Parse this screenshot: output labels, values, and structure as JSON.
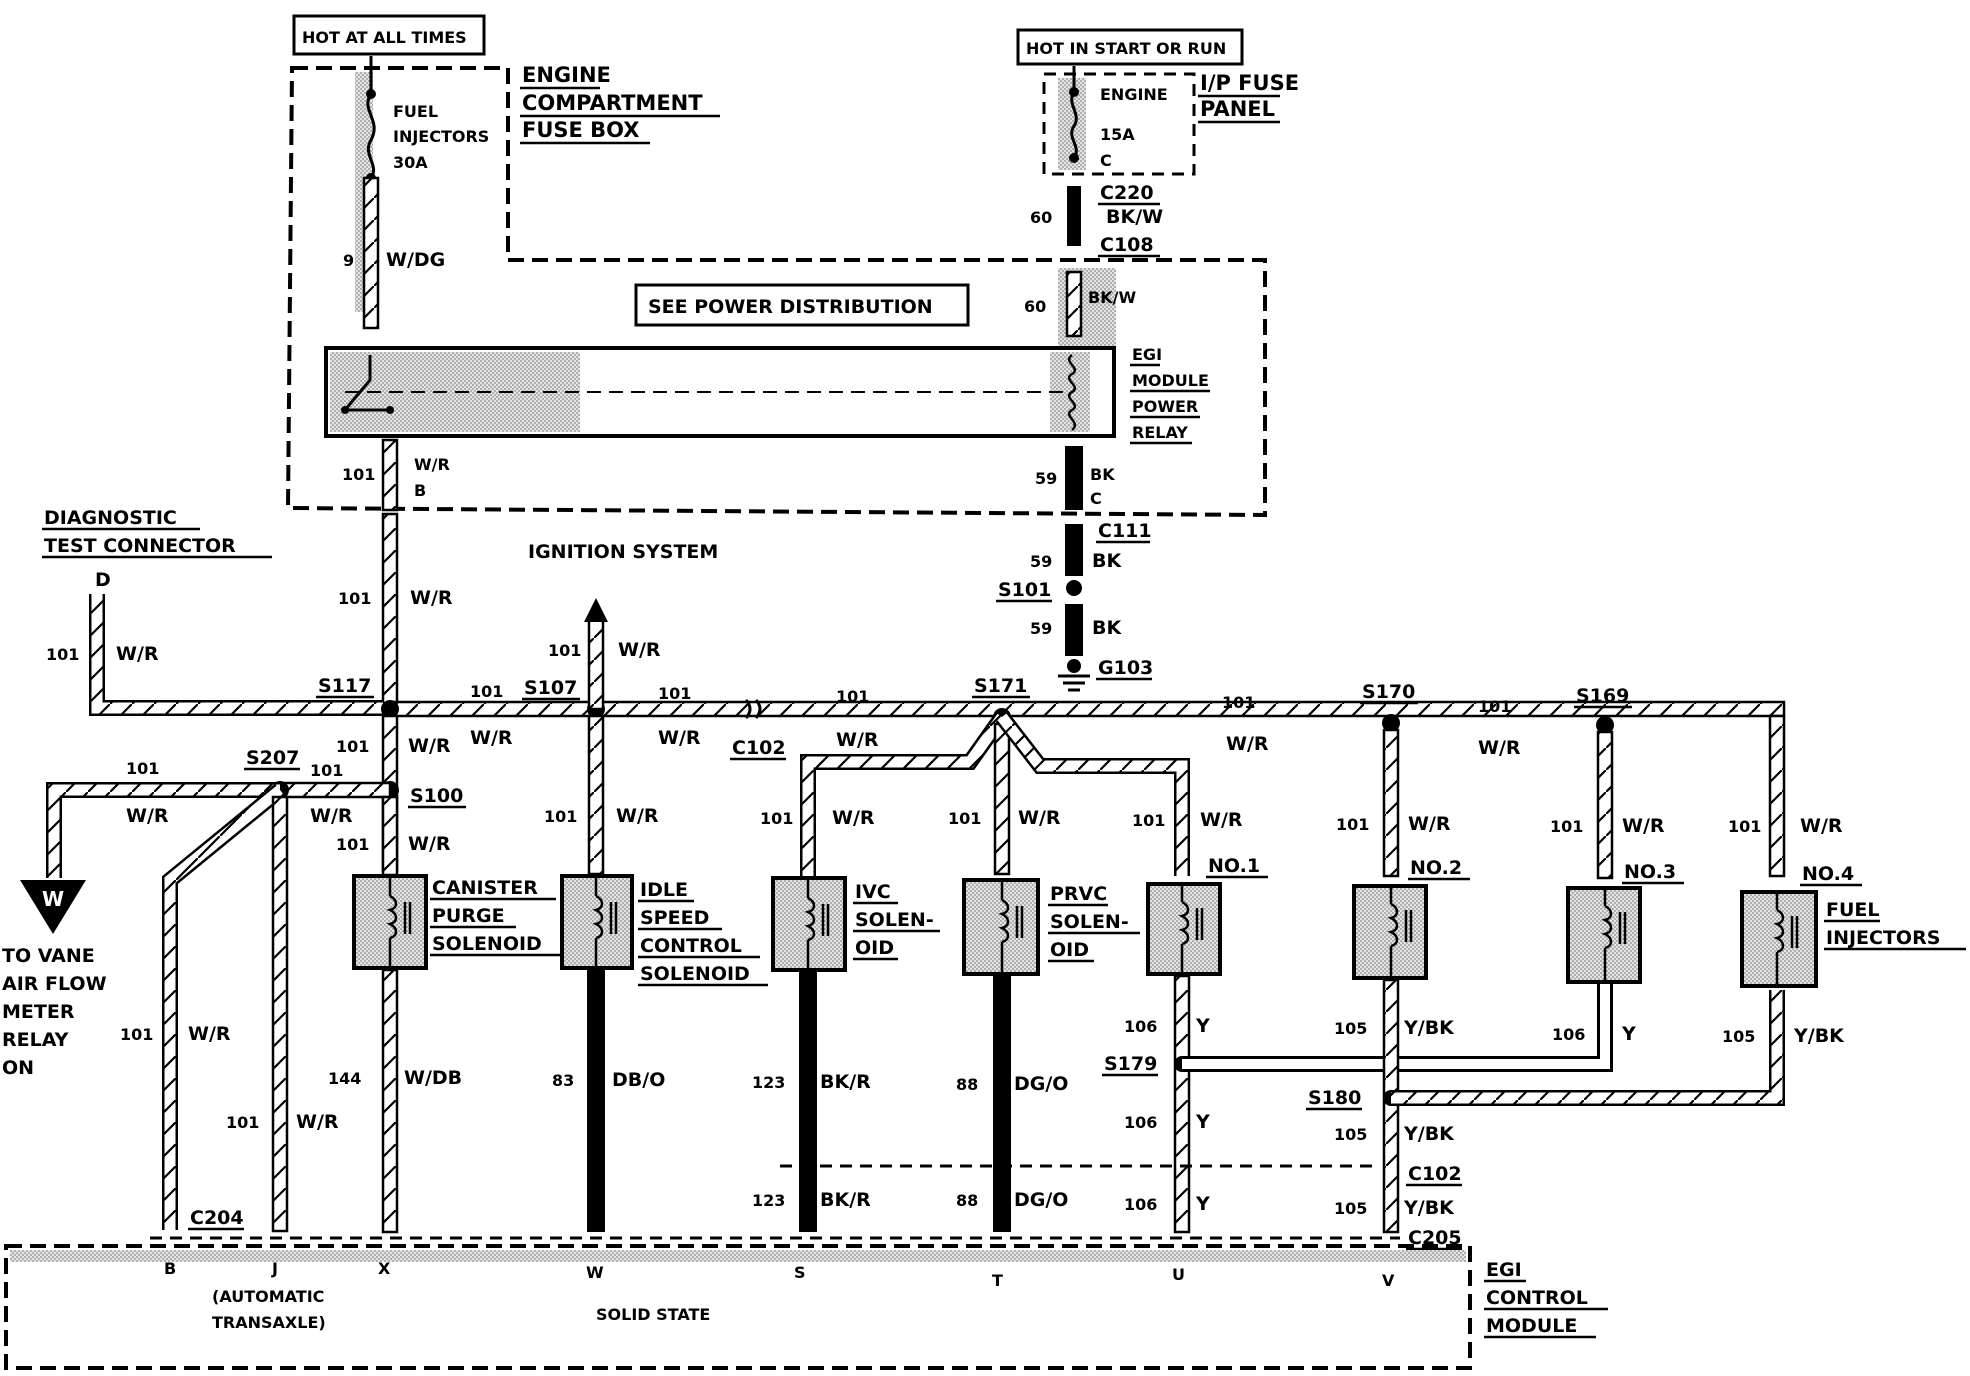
{
  "power": {
    "hot_at_all_times": "HOT AT ALL TIMES",
    "hot_in_start_or_run": "HOT IN START OR RUN",
    "engine_fuse_box": [
      "ENGINE",
      "COMPARTMENT",
      "FUSE BOX"
    ],
    "fuel_injectors_fuse": [
      "FUEL",
      "INJECTORS",
      "30A"
    ],
    "ip_fuse_panel": [
      "I/P FUSE",
      "PANEL"
    ],
    "engine_fuse": [
      "ENGINE",
      "15A",
      "C"
    ],
    "see_power_distribution": "SEE POWER DISTRIBUTION"
  },
  "relay": {
    "label": [
      "EGI",
      "MODULE",
      "POWER",
      "RELAY"
    ]
  },
  "wires": {
    "w9": {
      "num": "9",
      "color": "W/DG"
    },
    "w60_top": {
      "num": "60",
      "color": "BK/W"
    },
    "w60_relay": {
      "num": "60",
      "color": "BK/W"
    },
    "w59_relay": {
      "num": "59",
      "color": "BK",
      "pin": "C"
    },
    "w59_a": {
      "num": "59",
      "color": "BK"
    },
    "w59_b": {
      "num": "59",
      "color": "BK"
    },
    "w101_relay": {
      "num": "101",
      "color": "W/R",
      "pin": "B"
    },
    "w101_main": {
      "num": "101",
      "color": "W/R"
    },
    "w101_diag": {
      "num": "101",
      "color": "W/R"
    },
    "w101_s117_s107": {
      "num": "101",
      "color": "W/R"
    },
    "w101_up": {
      "num": "101",
      "color": "W/R"
    },
    "w101_s107_c102": {
      "num": "101",
      "color": "W/R"
    },
    "w101_c102_s171": {
      "num": "101",
      "color": "W/R"
    },
    "w101_s171_s170": {
      "num": "101",
      "color": "W/R"
    },
    "w101_s170_s169": {
      "num": "101",
      "color": "W/R"
    },
    "w101_s117_s100": {
      "num": "101",
      "color": "W/R"
    },
    "w101_s207_left": {
      "num": "101",
      "color": "W/R"
    },
    "w101_s207_s100": {
      "num": "101",
      "color": "W/R"
    },
    "w101_s100_canister": {
      "num": "101",
      "color": "W/R"
    },
    "w101_isc": {
      "num": "101",
      "color": "W/R"
    },
    "w101_ivc": {
      "num": "101",
      "color": "W/R"
    },
    "w101_prvc": {
      "num": "101",
      "color": "W/R"
    },
    "w101_inj1": {
      "num": "101",
      "color": "W/R"
    },
    "w101_inj2": {
      "num": "101",
      "color": "W/R"
    },
    "w101_inj3": {
      "num": "101",
      "color": "W/R"
    },
    "w101_inj4": {
      "num": "101",
      "color": "W/R"
    },
    "w101_b": {
      "num": "101",
      "color": "W/R"
    },
    "w101_j": {
      "num": "101",
      "color": "W/R"
    },
    "w144": {
      "num": "144",
      "color": "W/DB"
    },
    "w83": {
      "num": "83",
      "color": "DB/O"
    },
    "w123_a": {
      "num": "123",
      "color": "BK/R"
    },
    "w123_b": {
      "num": "123",
      "color": "BK/R"
    },
    "w88_a": {
      "num": "88",
      "color": "DG/O"
    },
    "w88_b": {
      "num": "88",
      "color": "DG/O"
    },
    "w106_a": {
      "num": "106",
      "color": "Y"
    },
    "w106_b": {
      "num": "106",
      "color": "Y"
    },
    "w106_c": {
      "num": "106",
      "color": "Y"
    },
    "w106_inj3": {
      "num": "106",
      "color": "Y"
    },
    "w105_a": {
      "num": "105",
      "color": "Y/BK"
    },
    "w105_b": {
      "num": "105",
      "color": "Y/BK"
    },
    "w105_c": {
      "num": "105",
      "color": "Y/BK"
    },
    "w105_inj4": {
      "num": "105",
      "color": "Y/BK"
    }
  },
  "connectors": {
    "c220": "C220",
    "c108": "C108",
    "c111": "C111",
    "c102_top": "C102",
    "c102_bottom": "C102",
    "c204": "C204",
    "c205": "C205"
  },
  "splices": {
    "s101": "S101",
    "s117": "S117",
    "s107": "S107",
    "s171": "S171",
    "s170": "S170",
    "s169": "S169",
    "s207": "S207",
    "s100": "S100",
    "s179": "S179",
    "s180": "S180"
  },
  "ground": "G103",
  "ignition_system": "IGNITION SYSTEM",
  "diagnostic": {
    "label": [
      "DIAGNOSTIC",
      "TEST CONNECTOR"
    ],
    "pin": "D"
  },
  "vane": {
    "symbol": "W",
    "label": [
      "TO VANE",
      "AIR FLOW",
      "METER",
      "RELAY",
      "ON"
    ]
  },
  "components": {
    "canister": [
      "CANISTER",
      "PURGE",
      "SOLENOID"
    ],
    "isc": [
      "IDLE",
      "SPEED",
      "CONTROL",
      "SOLENOID"
    ],
    "ivc": [
      "IVC",
      "SOLEN-",
      "OID"
    ],
    "prvc": [
      "PRVC",
      "SOLEN-",
      "OID"
    ],
    "inj1": "NO.1",
    "inj2": "NO.2",
    "inj3": "NO.3",
    "inj4": "NO.4",
    "fuel_injectors": [
      "FUEL",
      "INJECTORS"
    ]
  },
  "module": {
    "pins": [
      "B",
      "J",
      "X",
      "W",
      "S",
      "T",
      "U",
      "V"
    ],
    "automatic": [
      "(AUTOMATIC",
      "TRANSAXLE)"
    ],
    "solid_state": "SOLID STATE",
    "label": [
      "EGI",
      "CONTROL",
      "MODULE"
    ]
  }
}
